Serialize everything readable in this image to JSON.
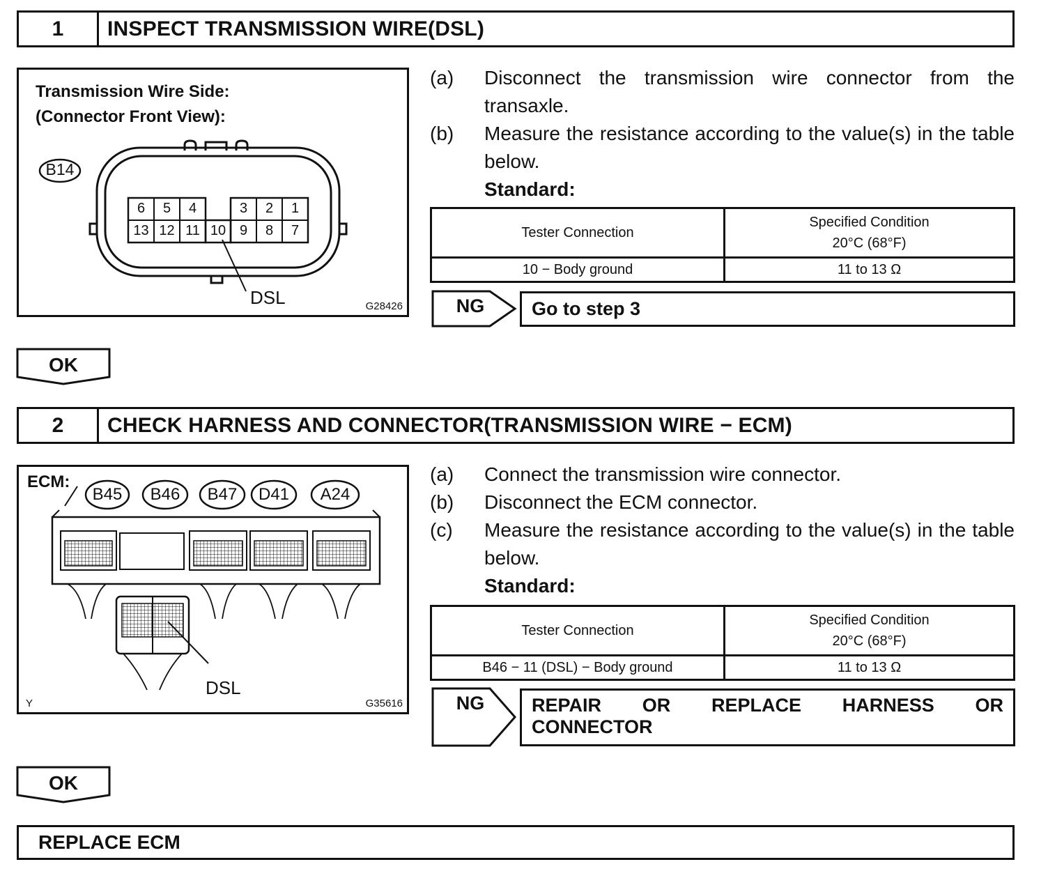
{
  "step1": {
    "number": "1",
    "title": "INSPECT TRANSMISSION WIRE(DSL)",
    "figure": {
      "caption_line1": "Transmission Wire Side:",
      "caption_line2": "(Connector Front View):",
      "connector_id": "B14",
      "pins_top": [
        "6",
        "5",
        "4",
        "",
        "3",
        "2",
        "1"
      ],
      "pins_bottom": [
        "13",
        "12",
        "11",
        "10",
        "9",
        "8",
        "7"
      ],
      "pointer_label": "DSL",
      "figure_code": "G28426"
    },
    "instructions": [
      {
        "label": "(a)",
        "text": "Disconnect the transmission wire connector from the transaxle."
      },
      {
        "label": "(b)",
        "text": "Measure the resistance according to the value(s) in the table below."
      }
    ],
    "standard_label": "Standard:",
    "table": {
      "header_col1": "Tester Connection",
      "header_col2_line1": "Specified Condition",
      "header_col2_line2": "20°C (68°F)",
      "row_col1": "10 − Body ground",
      "row_col2": "11 to 13 Ω"
    },
    "ng_label": "NG",
    "ng_action": "Go to step 3"
  },
  "ok1_label": "OK",
  "step2": {
    "number": "2",
    "title": "CHECK HARNESS AND CONNECTOR(TRANSMISSION WIRE − ECM)",
    "figure": {
      "ecm_label": "ECM:",
      "connectors": [
        "B45",
        "B46",
        "B47",
        "D41",
        "A24"
      ],
      "pointer_label": "DSL",
      "corner_mark": "Y",
      "figure_code": "G35616"
    },
    "instructions": [
      {
        "label": "(a)",
        "text": "Connect the transmission wire connector."
      },
      {
        "label": "(b)",
        "text": "Disconnect the ECM connector."
      },
      {
        "label": "(c)",
        "text": "Measure the resistance according to the value(s) in the table below."
      }
    ],
    "standard_label": "Standard:",
    "table": {
      "header_col1": "Tester Connection",
      "header_col2_line1": "Specified Condition",
      "header_col2_line2": "20°C (68°F)",
      "row_col1": "B46 − 11 (DSL) − Body ground",
      "row_col2": "11 to 13 Ω"
    },
    "ng_label": "NG",
    "ng_action_words": [
      "REPAIR",
      "OR",
      "REPLACE",
      "HARNESS",
      "OR"
    ],
    "ng_action_line2": "CONNECTOR"
  },
  "ok2_label": "OK",
  "final_action": "REPLACE ECM"
}
